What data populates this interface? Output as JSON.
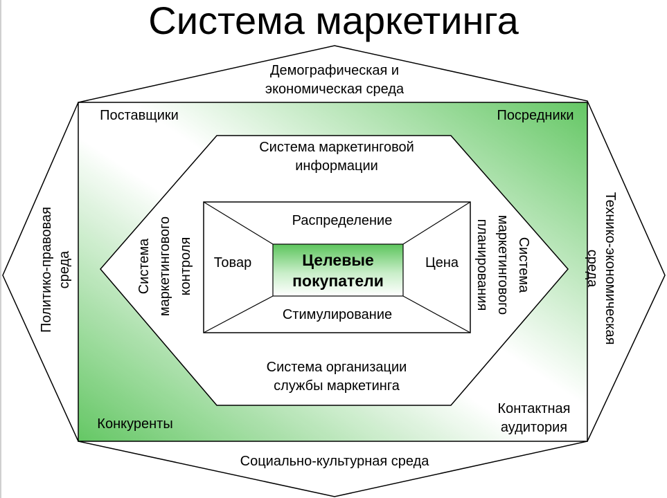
{
  "title": "Система маркетинга",
  "outer": {
    "top": "Демографическая и\nэкономическая среда",
    "bottom": "Социально-культурная среда",
    "left": "Политико-правовая\nсреда",
    "right": "Технико-экономическая\nсреда"
  },
  "corners": {
    "top_left": "Поставщики",
    "top_right": "Посредники",
    "bottom_left": "Конкуренты",
    "bottom_right": "Контактная\nаудитория"
  },
  "hexagon": {
    "top": "Система маркетинговой\nинформации",
    "bottom": "Система организации\nслужбы маркетинга",
    "left": "Система\nмаркетингового\nконтроля",
    "right": "Система\nмаркетингового\nпланирования"
  },
  "inner": {
    "top": "Распределение",
    "bottom": "Стимулирование",
    "left": "Товар",
    "right": "Цена",
    "center": "Целевые\nпокупатели"
  },
  "colors": {
    "accent_green": "#5cc45c",
    "stroke": "#000000"
  }
}
